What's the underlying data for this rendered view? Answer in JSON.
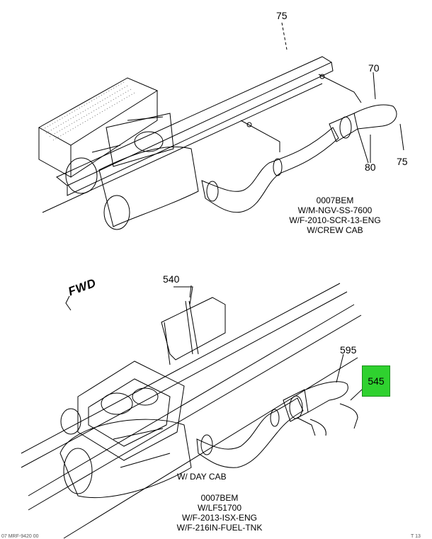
{
  "top_figure": {
    "callouts": {
      "c75_top": "75",
      "c70": "70",
      "c80": "80",
      "c75_right": "75"
    },
    "note": {
      "line1": "0007BEM",
      "line2": "W/M-NGV-SS-7600",
      "line3": "W/F-2010-SCR-13-ENG",
      "line4": "W/CREW CAB"
    }
  },
  "bottom_figure": {
    "fwd_label": "FWD",
    "callouts": {
      "c540": "540",
      "c595": "595",
      "c545": "545"
    },
    "highlight_color": "#2fd12f",
    "cab_label": "W/ DAY CAB",
    "note": {
      "line1": "0007BEM",
      "line2": "W/LF51700",
      "line3": "W/F-2013-ISX-ENG",
      "line4": "W/F-216IN-FUEL-TNK"
    }
  },
  "footer": {
    "left": "07 MRF-9420 00",
    "right": "T 13"
  }
}
